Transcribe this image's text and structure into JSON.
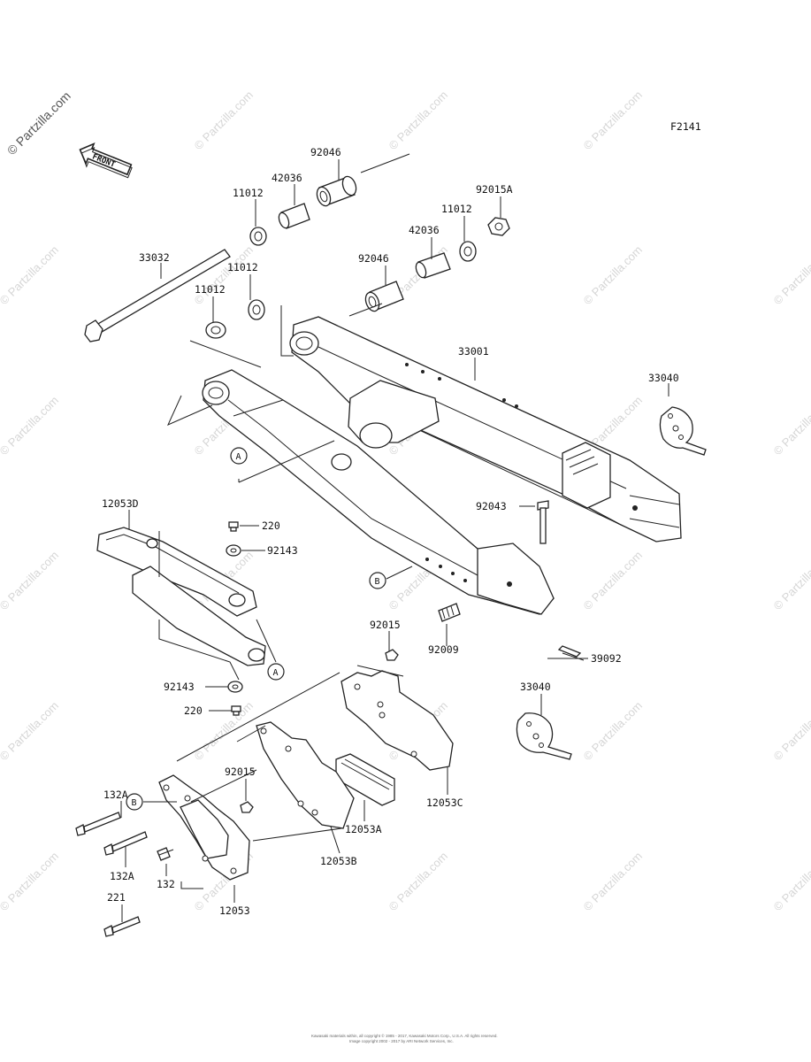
{
  "figure_code": "F2141",
  "watermark": "© Partzilla.com",
  "front_arrow_text": "FRONT",
  "callouts": {
    "A": "A",
    "B": "B"
  },
  "labels": {
    "p92046_top": "92046",
    "p42036_top": "42036",
    "p11012_top_left": "11012",
    "p92015A": "92015A",
    "p11012_top_right": "11012",
    "p42036_mid": "42036",
    "p92046_mid": "92046",
    "p33032": "33032",
    "p11012_mid": "11012",
    "p11012_left": "11012",
    "p33001": "33001",
    "p33040_top": "33040",
    "p12053D": "12053D",
    "p220_top": "220",
    "p92143_top": "92143",
    "p92043": "92043",
    "p92015_mid": "92015",
    "p92009": "92009",
    "p39092": "39092",
    "p92143_bottom": "92143",
    "p220_bottom": "220",
    "p33040_bottom": "33040",
    "p92015_low": "92015",
    "p132A_1": "132A",
    "p12053C": "12053C",
    "p12053A": "12053A",
    "p132A_2": "132A",
    "p132": "132",
    "p12053B": "12053B",
    "p221": "221",
    "p12053": "12053"
  },
  "footer": {
    "line1": "Kawasaki materials within, all copyright © 1985 - 2017, Kawasaki Motors Corp., U.S.A. All rights reserved.",
    "line2": "Image copyright 2002 - 2017 by ARI Network Services, Inc."
  }
}
